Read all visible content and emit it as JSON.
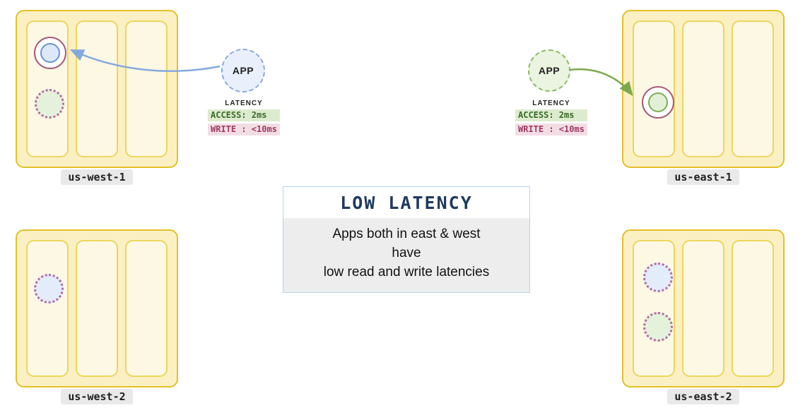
{
  "regions": {
    "us_west_1": {
      "label": "us-west-1"
    },
    "us_east_1": {
      "label": "us-east-1"
    },
    "us_west_2": {
      "label": "us-west-2"
    },
    "us_east_2": {
      "label": "us-east-2"
    }
  },
  "apps": {
    "west": {
      "label": "APP",
      "latency_title": "LATENCY",
      "access": "ACCESS: 2ms",
      "write": "WRITE : <10ms"
    },
    "east": {
      "label": "APP",
      "latency_title": "LATENCY",
      "access": "ACCESS: 2ms",
      "write": "WRITE : <10ms"
    }
  },
  "callout": {
    "title": "LOW LATENCY",
    "line1": "Apps both in east & west",
    "line2": "have",
    "line3": "low read and write latencies"
  },
  "colors": {
    "region_border": "#e3c026",
    "region_fill": "#fbf0c4",
    "zone_fill": "#fdf8e3",
    "ring_border": "#a8597c",
    "replica_blue": "#dde9fb",
    "replica_green": "#e2f0d5",
    "app_west_border": "#88a9e0",
    "app_east_border": "#8cbb68",
    "arrow_west": "#85a9de",
    "arrow_east": "#7ca94e",
    "access_bg": "#dcebcd",
    "access_text": "#3a6b2a",
    "write_bg": "#f3dde5",
    "write_text": "#9e3a63",
    "callout_title": "#1e3a5f"
  }
}
